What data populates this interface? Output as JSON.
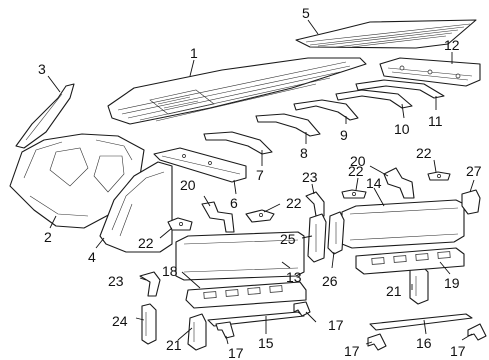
{
  "diagram": {
    "callouts": [
      {
        "label": "1"
      },
      {
        "label": "2"
      },
      {
        "label": "3"
      },
      {
        "label": "4"
      },
      {
        "label": "5"
      },
      {
        "label": "6"
      },
      {
        "label": "7"
      },
      {
        "label": "8"
      },
      {
        "label": "9"
      },
      {
        "label": "10"
      },
      {
        "label": "11"
      },
      {
        "label": "12"
      },
      {
        "label": "13"
      },
      {
        "label": "14"
      },
      {
        "label": "15"
      },
      {
        "label": "16"
      },
      {
        "label": "17"
      },
      {
        "label": "17"
      },
      {
        "label": "17"
      },
      {
        "label": "17"
      },
      {
        "label": "18"
      },
      {
        "label": "19"
      },
      {
        "label": "20"
      },
      {
        "label": "20"
      },
      {
        "label": "21"
      },
      {
        "label": "21"
      },
      {
        "label": "22"
      },
      {
        "label": "22"
      },
      {
        "label": "22"
      },
      {
        "label": "22"
      },
      {
        "label": "23"
      },
      {
        "label": "23"
      },
      {
        "label": "24"
      },
      {
        "label": "25"
      },
      {
        "label": "26"
      },
      {
        "label": "27"
      }
    ]
  }
}
